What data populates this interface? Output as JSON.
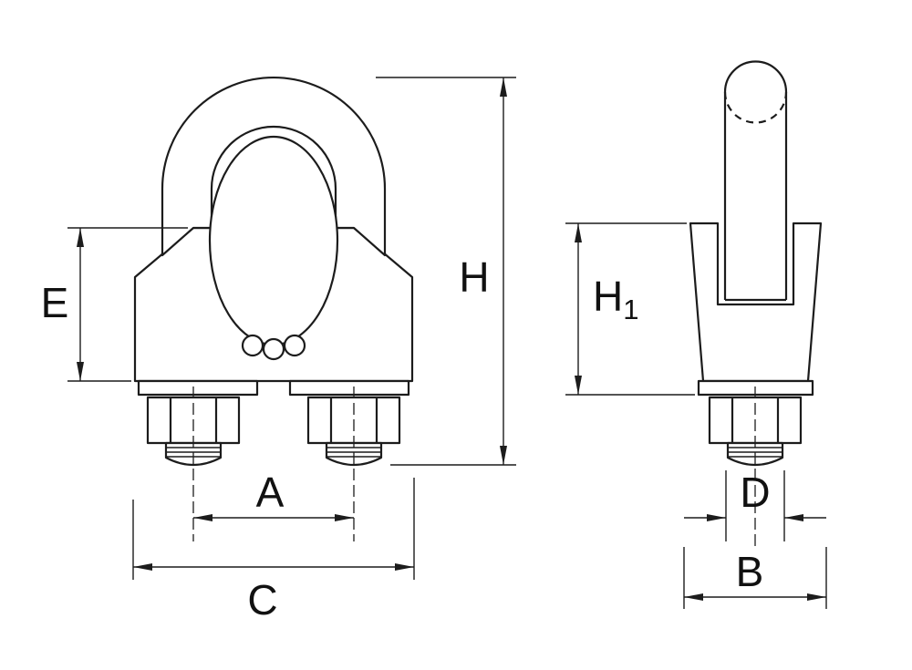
{
  "colors": {
    "line": "#1c1c1c",
    "background": "#ffffff"
  },
  "labels": {
    "front": {
      "overall_height": "H",
      "saddle_height": "E",
      "bolt_spacing": "A",
      "overall_width": "C"
    },
    "side": {
      "saddle_height_main": "H",
      "saddle_height_sub": "1",
      "bolt_diameter": "D",
      "overall_width": "B"
    }
  }
}
